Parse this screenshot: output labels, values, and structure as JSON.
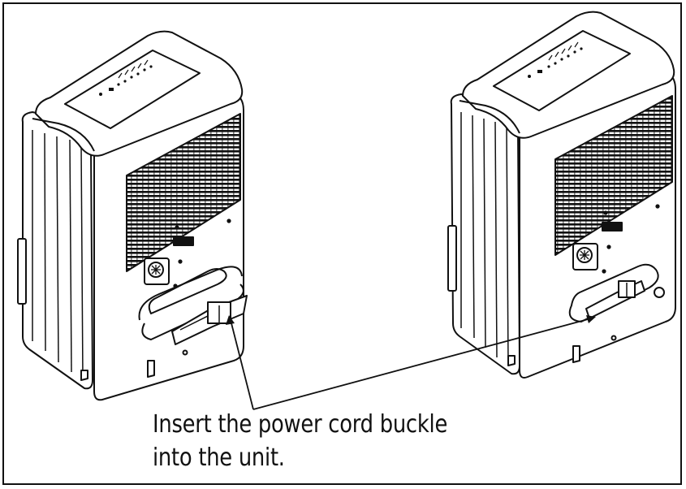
{
  "caption": {
    "line1": "Insert the power cord buckle",
    "line2": "into the unit."
  },
  "colors": {
    "line": "#111111",
    "background": "#ffffff"
  },
  "figures": [
    {
      "name": "unit-left",
      "detail": "power cord buckle shown partially inserted"
    },
    {
      "name": "unit-right",
      "detail": "power cord buckle fully inserted"
    }
  ]
}
